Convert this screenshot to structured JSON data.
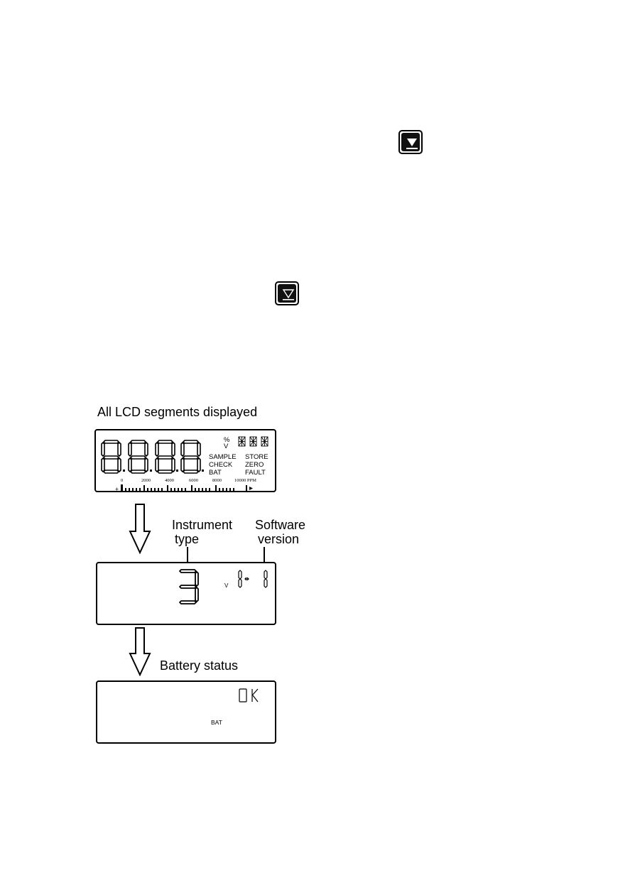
{
  "icons": {
    "down_key_solid": "down-arrow-key-filled",
    "down_key_outline": "down-arrow-key-outline"
  },
  "panel1": {
    "caption": "All LCD segments displayed",
    "units": [
      "%",
      "V"
    ],
    "status_left": [
      "SAMPLE",
      "CHECK",
      "BAT"
    ],
    "status_right": [
      "STORE",
      "ZERO",
      "FAULT"
    ],
    "bargraph_labels": [
      "0",
      "2000",
      "4000",
      "6000",
      "8000",
      "10000 PPM"
    ]
  },
  "panel2": {
    "label_instrument_line1": "Instrument",
    "label_instrument_line2": "type",
    "label_software_line1": "Software",
    "label_software_line2": "version",
    "instrument_digit": "3",
    "unit": "V",
    "version": "1-1"
  },
  "panel3": {
    "caption": "Battery status",
    "status_value": "OK",
    "indicator": "BAT"
  }
}
